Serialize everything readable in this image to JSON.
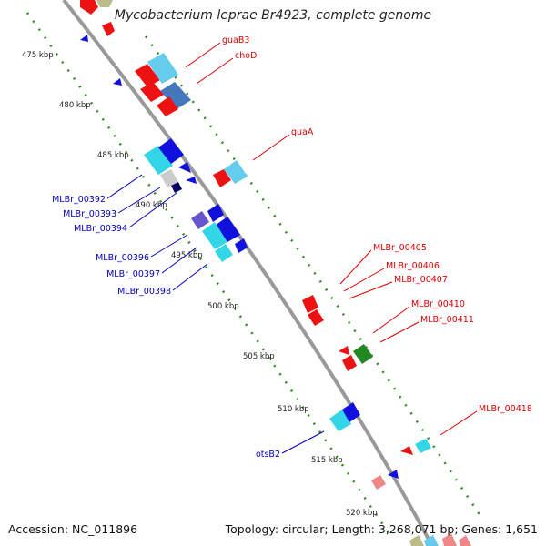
{
  "title": "Mycobacterium leprae Br4923, complete genome",
  "footer": {
    "accession": "Accession: NC_011896",
    "summary": "Topology: circular; Length: 3,268,071 bp; Genes: 1,651"
  },
  "ticks": [
    "475 kbp",
    "480 kbp",
    "485 kbp",
    "490 kbp",
    "495 kbp",
    "500 kbp",
    "505 kbp",
    "510 kbp",
    "515 kbp",
    "520 kbp"
  ],
  "labels_right": [
    "guaB3",
    "choD",
    "guaA",
    "MLBr_00405",
    "MLBr_00406",
    "MLBr_00407",
    "MLBr_00410",
    "MLBr_00411",
    "MLBr_00418"
  ],
  "labels_left": [
    "MLBr_00392",
    "MLBr_00393",
    "MLBr_00394",
    "MLBr_00396",
    "MLBr_00397",
    "MLBr_00398",
    "otsB2"
  ],
  "colors": {
    "backbone": "#999999",
    "dots": "#2e8b22",
    "right_label": "#dd0000",
    "left_label": "#0000bb",
    "red": "#ee1111",
    "blue": "#1111dd",
    "cyan": "#33d6e6",
    "lightblue": "#66ccee",
    "steelblue": "#4477bb",
    "green": "#228822",
    "navy": "#000066",
    "grey": "#cccccc",
    "pink": "#ee8888",
    "purple": "#6655cc"
  }
}
